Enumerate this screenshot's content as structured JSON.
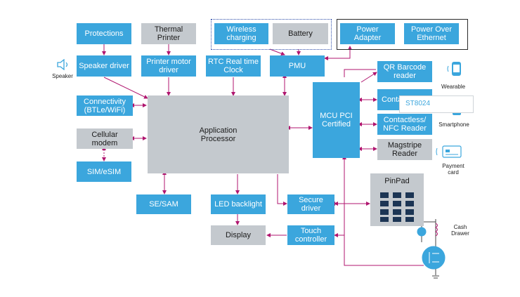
{
  "colors": {
    "blue": "#3ba6dd",
    "gray": "#c4c9ce",
    "arrow": "#b0166f"
  },
  "blocks": {
    "protections": "Protections",
    "thermal_printer": "Thermal Printer",
    "wireless_charging": "Wireless charging",
    "battery": "Battery",
    "power_adapter": "Power Adapter",
    "power_over_ethernet": "Power Over Ethernet",
    "speaker_driver": "Speaker driver",
    "printer_motor_driver": "Printer motor driver",
    "rtc": "RTC Real time Clock",
    "pmu": "PMU",
    "qr_reader": "QR Barcode reader",
    "connectivity": "Connectivity (BTLe/WiFi)",
    "contactless_a": "Conta",
    "contactless_nfc": "Contactless/ NFC Reader",
    "cellular_modem": "Cellular modem",
    "application_processor": "Application Processor",
    "mcu": "MCU PCI Certified",
    "magstripe_reader": "Magstripe Reader",
    "sim": "SIM/eSIM",
    "se_sam": "SE/SAM",
    "led_backlight": "LED backlight",
    "secure_driver": "Secure driver",
    "pinpad": "PinPad",
    "display": "Display",
    "touch_controller": "Touch controller"
  },
  "side_labels": {
    "speaker": "Speaker",
    "wearable": "Wearable",
    "smartphone": "Smartphone",
    "payment_card": "Payment card",
    "cash_drawer": "Cash Drawer"
  },
  "tooltip": "ST8024",
  "icons": [
    "speaker-icon",
    "wearable-icon",
    "smartphone-icon",
    "payment-card-icon",
    "keypad-icon",
    "cash-drawer-icon"
  ]
}
